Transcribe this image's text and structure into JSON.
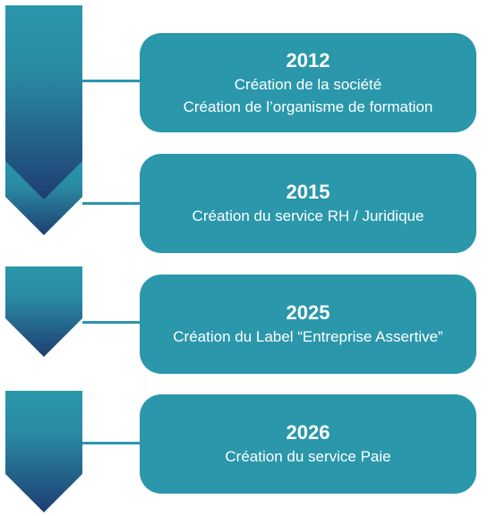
{
  "colors": {
    "card": "#2a97ab",
    "connector": "#2a97ab",
    "arrow_top": "#2a97ab",
    "arrow_bottom": "#1e3e72",
    "text": "#ffffff"
  },
  "milestones": [
    {
      "year": "2012",
      "lines": [
        "Création de la société",
        "Création de l’organisme de formation"
      ]
    },
    {
      "year": "2015",
      "lines": [
        "Création du service RH / Juridique"
      ]
    },
    {
      "year": "2025",
      "lines": [
        "Création du Label “Entreprise Assertive”"
      ]
    },
    {
      "year": "2026",
      "lines": [
        "Création du service Paie"
      ]
    }
  ]
}
